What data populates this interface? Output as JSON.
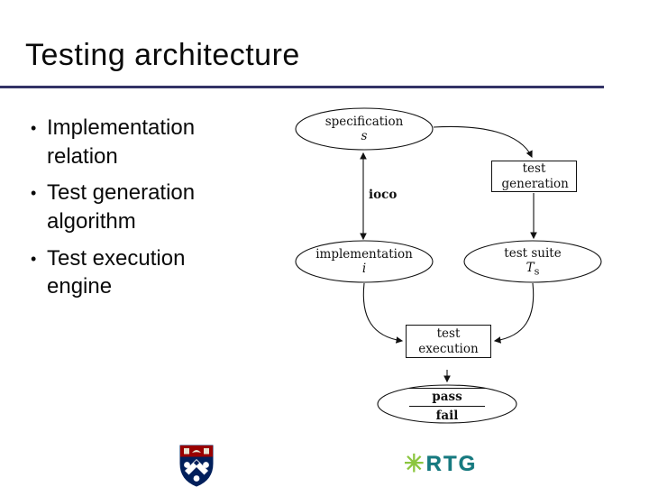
{
  "slide": {
    "title": "Testing architecture",
    "bullets": [
      {
        "marker": "•",
        "text": "Implementation relation"
      },
      {
        "marker": "•",
        "text": "Test generation algorithm"
      },
      {
        "marker": "•",
        "text": "Test execution engine"
      }
    ]
  },
  "diagram": {
    "specification": {
      "name": "specification",
      "symbol": "s"
    },
    "ioco_label": "ioco",
    "test_generation": "test generation",
    "implementation": {
      "name": "implementation",
      "symbol": "i"
    },
    "test_suite": {
      "name": "test suite",
      "symbol": "T",
      "subscript": "s"
    },
    "test_execution": "test execution",
    "verdict": {
      "pass": "pass",
      "fail": "fail"
    }
  },
  "footer": {
    "rtg": {
      "star": "✳",
      "label": "RTG"
    }
  },
  "colors": {
    "accent_line": "#333366",
    "diagram_ink": "#111111",
    "rtg_star_green": "#8cc63f",
    "rtg_teal": "#167a80",
    "penn_red": "#990000",
    "penn_blue": "#011f5b"
  }
}
